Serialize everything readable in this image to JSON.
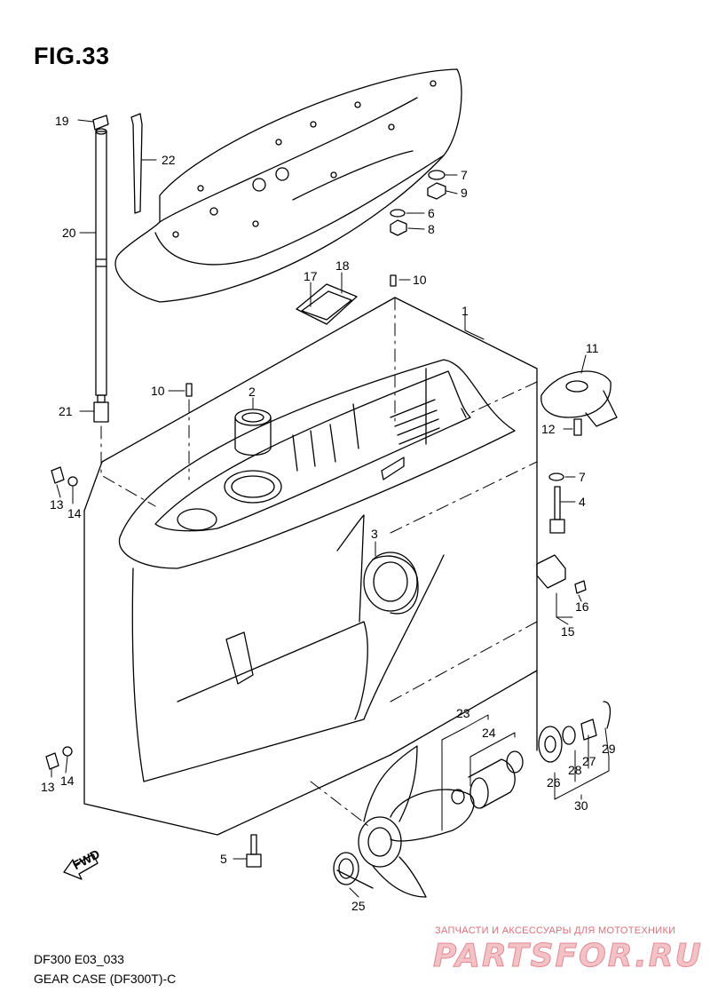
{
  "figure": {
    "title": "FIG.33"
  },
  "caption": {
    "model_code": "DF300 E03_033",
    "name": "GEAR CASE (DF300T)-C"
  },
  "watermark": {
    "tagline": "ЗАПЧАСТИ И АКСЕССУАРЫ ДЛЯ МОТОТЕХНИКИ",
    "brand": "PARTSFOR.RU"
  },
  "fwd_label": "FWD",
  "callouts": {
    "c1": "1",
    "c2": "2",
    "c3": "3",
    "c4": "4",
    "c5": "5",
    "c6": "6",
    "c7a": "7",
    "c7b": "7",
    "c8": "8",
    "c9": "9",
    "c10a": "10",
    "c10b": "10",
    "c11": "11",
    "c12": "12",
    "c13a": "13",
    "c13b": "13",
    "c14a": "14",
    "c14b": "14",
    "c15": "15",
    "c16": "16",
    "c17": "17",
    "c18": "18",
    "c19": "19",
    "c20": "20",
    "c21": "21",
    "c22": "22",
    "c23": "23",
    "c24": "24",
    "c25": "25",
    "c26": "26",
    "c27": "27",
    "c28": "28",
    "c29": "29",
    "c30": "30"
  }
}
